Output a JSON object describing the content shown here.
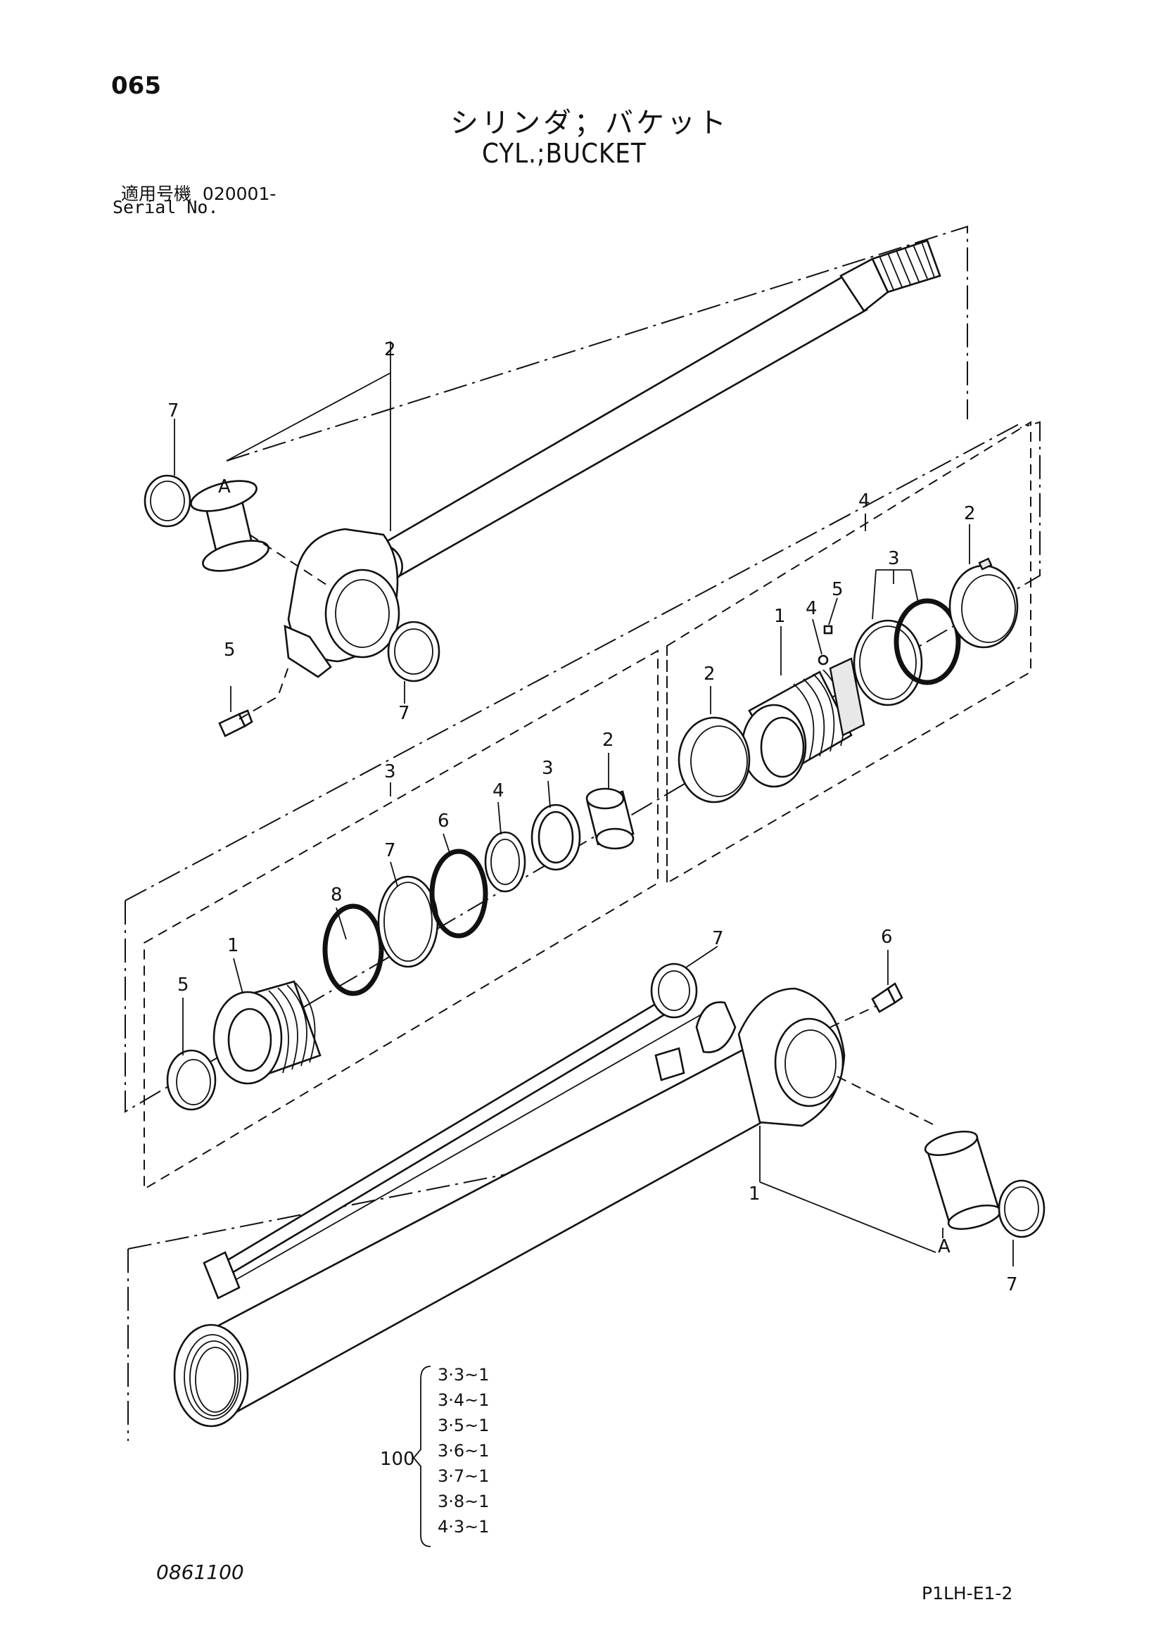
{
  "page_number": "065",
  "title_jp": "シリンダ；バケット",
  "title_en": "CYL.;BUCKET",
  "serial_label_jp": "適用号機",
  "serial_value": "020001-",
  "serial_label_en": "Serial No.",
  "drawing_number": "0861100",
  "page_code": "P1LH-E1-2",
  "callouts": {
    "rod_2": "2",
    "rod_7_top": "7",
    "rod_A": "A",
    "rod_5": "5",
    "rod_7_lower": "7",
    "piston_4": "4",
    "piston_2_right": "2",
    "piston_3": "3",
    "piston_5": "5",
    "piston_4_small": "4",
    "piston_1": "1",
    "piston_2_left": "2",
    "head_3": "3",
    "head_2": "2",
    "head_3_small": "3",
    "head_4": "4",
    "head_6": "6",
    "head_7": "7",
    "head_8": "8",
    "head_1": "1",
    "head_5": "5",
    "tube_7": "7",
    "tube_6": "6",
    "tube_1": "1",
    "tube_A": "A",
    "tube_7_bottom": "7"
  },
  "kit": {
    "number": "100",
    "items": [
      "3·3~1",
      "3·4~1",
      "3·5~1",
      "3·6~1",
      "3·7~1",
      "3·8~1",
      "4·3~1"
    ]
  }
}
